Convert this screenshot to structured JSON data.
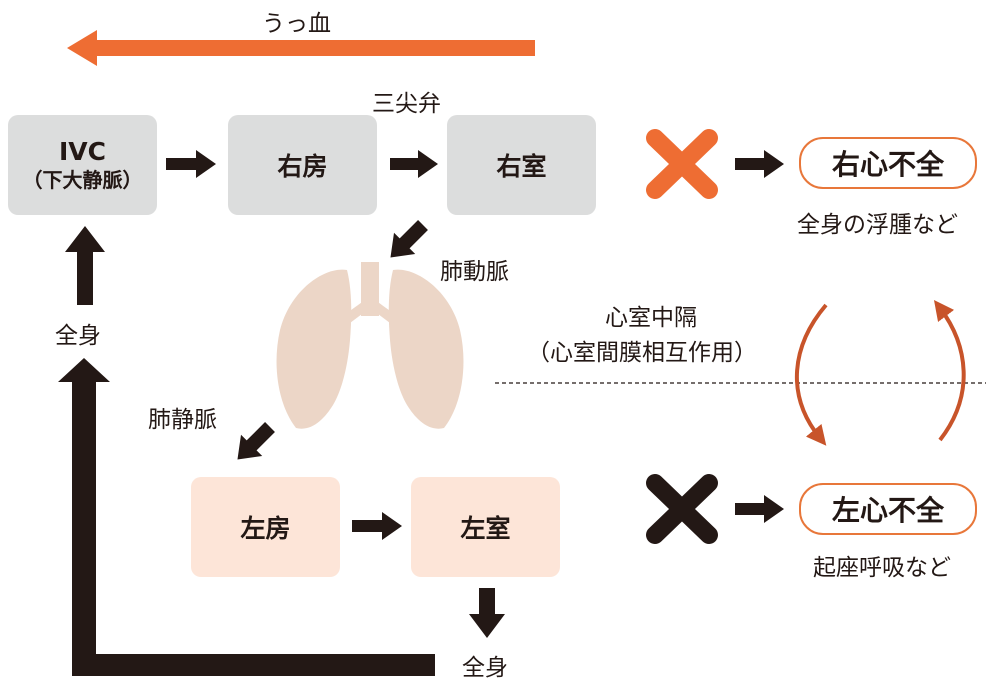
{
  "colors": {
    "accent": "#ee6d33",
    "curve": "#c8542a",
    "dark": "#231815",
    "gray_box": "#dcdddd",
    "peach_box": "#fde5d8",
    "lung": "#ecd6c7"
  },
  "labels": {
    "congestion": "うっ血",
    "tricuspid": "三尖弁",
    "pulmonary_artery": "肺動脈",
    "pulmonary_vein": "肺静脈",
    "whole_body_left": "全身",
    "whole_body_bottom": "全身",
    "septum_line1": "心室中隔",
    "septum_line2": "（心室間膜相互作用）"
  },
  "boxes": {
    "ivc_line1": "IVC",
    "ivc_line2": "（下大静脈）",
    "right_atrium": "右房",
    "right_ventricle": "右室",
    "left_atrium": "左房",
    "left_ventricle": "左室"
  },
  "outcomes": {
    "right_failure": "右心不全",
    "right_failure_sub": "全身の浮腫など",
    "left_failure": "左心不全",
    "left_failure_sub": "起座呼吸など"
  },
  "icons": {
    "right_cross": "orange-cross-icon",
    "left_cross": "black-cross-icon"
  }
}
